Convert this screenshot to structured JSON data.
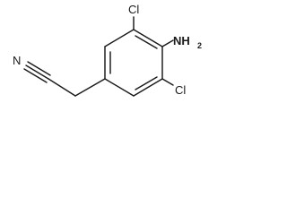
{
  "molecule": {
    "atoms": {
      "nitrile_n": "N",
      "chlorine_top": "Cl",
      "chlorine_bottom": "Cl",
      "amino_nh": "NH",
      "amino_h_count": "2"
    },
    "colors": {
      "ink": "#1a1a1a",
      "background": "#ffffff"
    }
  }
}
